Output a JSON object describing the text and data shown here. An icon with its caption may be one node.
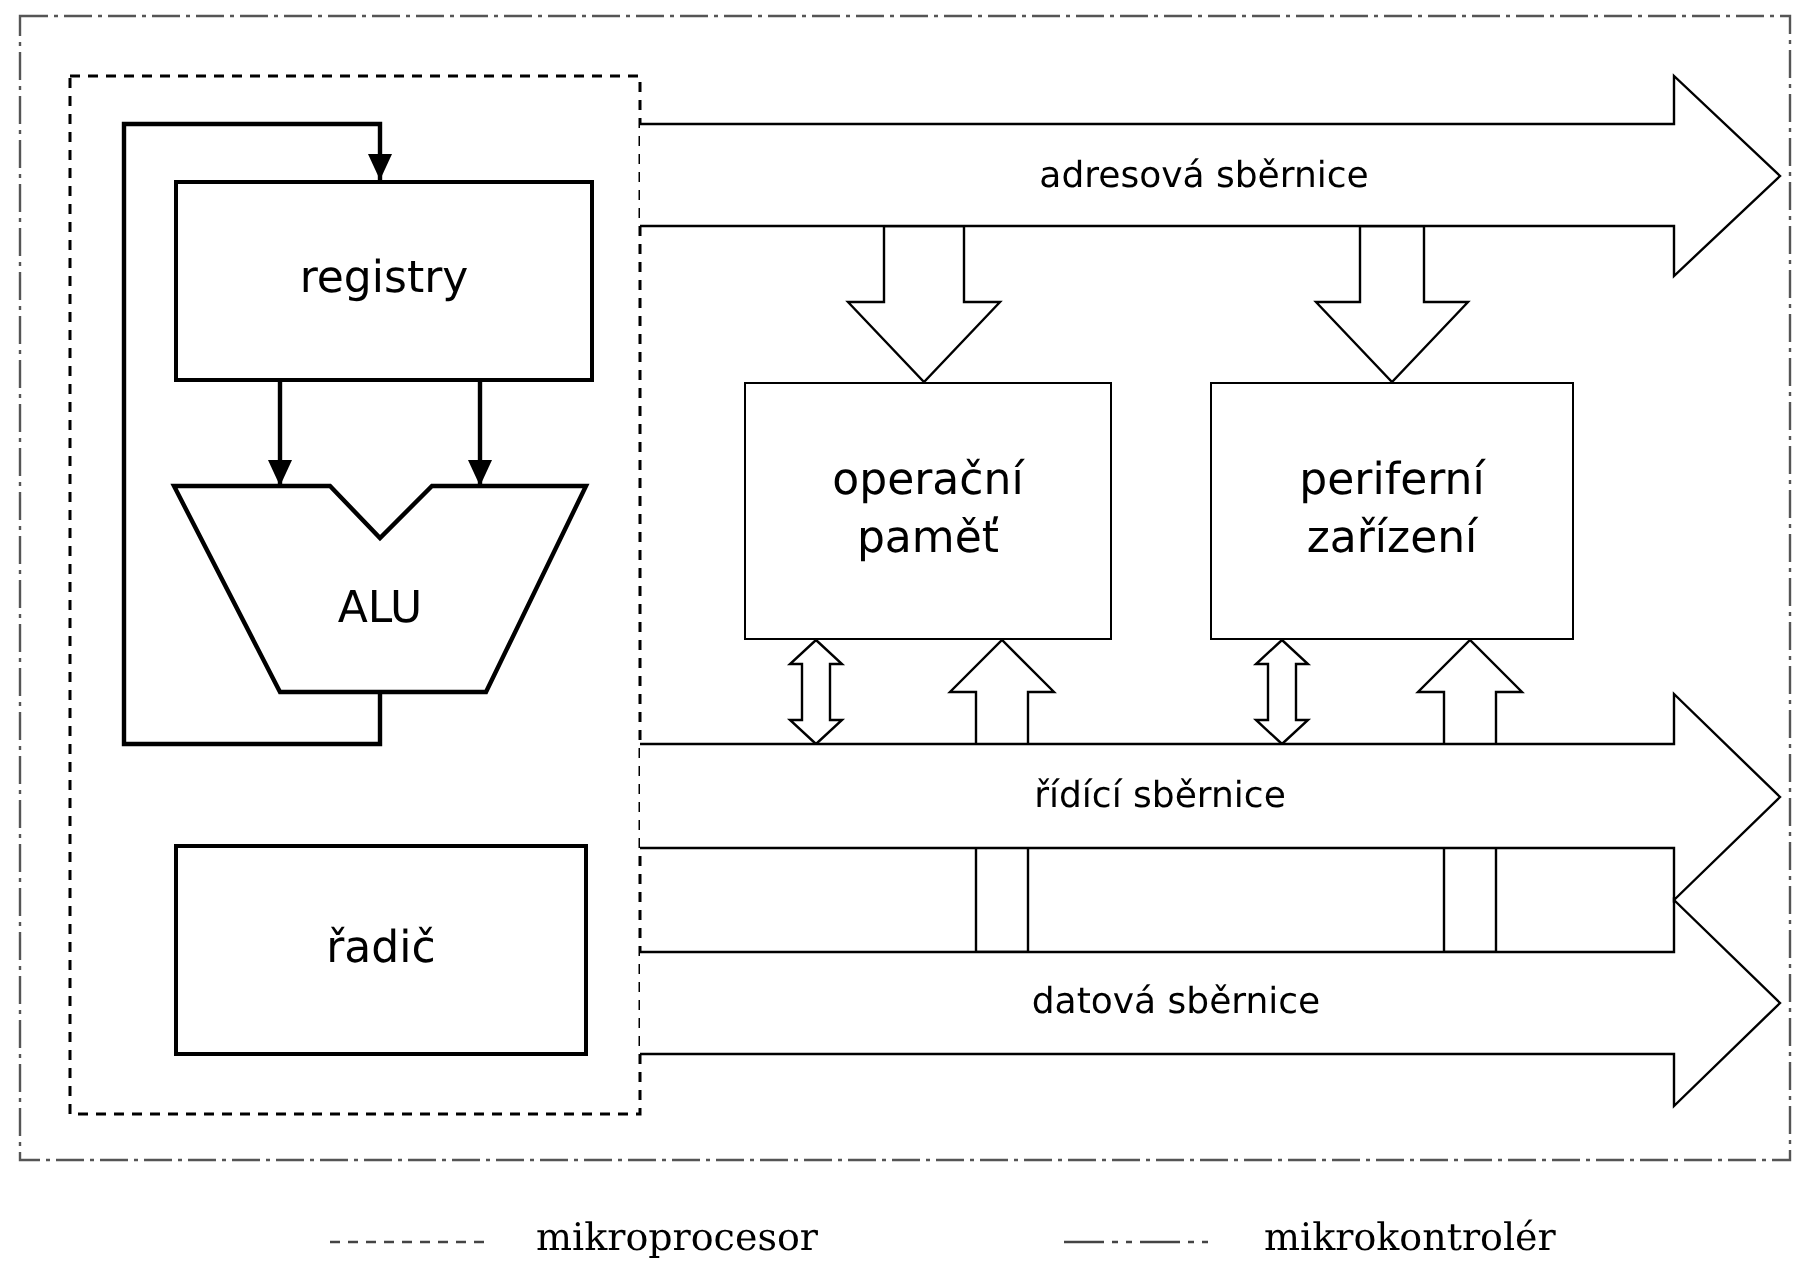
{
  "diagram": {
    "nodes": [
      {
        "text": [],
        "shape": "box"
      },
      {
        "text": [],
        "shape": "box",
        "in": 0
      },
      {
        "text": [
          "registry"
        ],
        "in": 1
      },
      {
        "text": [
          "ALU"
        ],
        "in": 1
      },
      {
        "text": [
          "řadič"
        ],
        "in": 1
      },
      {
        "text": [
          "adresová sběrnice"
        ],
        "in": 0
      },
      {
        "text": [
          "operační paměť"
        ],
        "in": 0
      },
      {
        "text": [
          "periferní zařízení"
        ],
        "in": 0
      },
      {
        "text": [
          "řídící sběrnice"
        ],
        "in": 0
      },
      {
        "text": [
          "datová sběrnice"
        ],
        "in": 0
      }
    ],
    "edges": [
      {
        "from": 3,
        "to": 2,
        "arrow": "to"
      },
      {
        "from": 2,
        "to": 3,
        "arrow": "to"
      },
      {
        "from": 2,
        "to": 3,
        "arrow": "to"
      },
      {
        "from": 5,
        "to": 6,
        "arrow": "to"
      },
      {
        "from": 5,
        "to": 7,
        "arrow": "to"
      },
      {
        "from": 8,
        "to": 6,
        "arrow": "both"
      },
      {
        "from": 9,
        "to": 6,
        "arrow": "to"
      },
      {
        "from": 8,
        "to": 7,
        "arrow": "both"
      },
      {
        "from": 9,
        "to": 7,
        "arrow": "to"
      }
    ],
    "legend": [
      {
        "text": "mikroprocesor"
      },
      {
        "text": "mikrokontrolér"
      }
    ]
  }
}
